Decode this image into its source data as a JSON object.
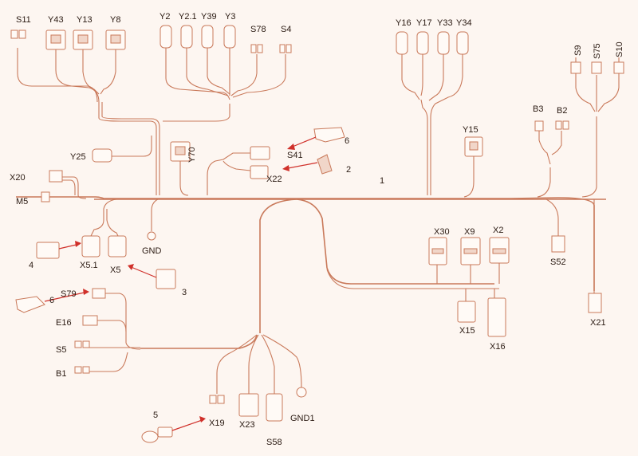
{
  "colors": {
    "background": "#fdf6f1",
    "wire": "#c9795a",
    "arrow": "#d0302a",
    "text": "#2a1a12"
  },
  "labels": {
    "s11": "S11",
    "y43": "Y43",
    "y13": "Y13",
    "y8": "Y8",
    "y2": "Y2",
    "y21": "Y2.1",
    "y39": "Y39",
    "y3": "Y3",
    "s78": "S78",
    "s4": "S4",
    "y16": "Y16",
    "y17": "Y17",
    "y33": "Y33",
    "y34": "Y34",
    "s9": "S9",
    "s75": "S75",
    "s10": "S10",
    "b3": "B3",
    "b2": "B2",
    "y25": "Y25",
    "y70": "Y70",
    "s41": "S41",
    "x22": "X22",
    "y15": "Y15",
    "x20": "X20",
    "m5": "M5",
    "x51": "X5.1",
    "x5": "X5",
    "gnd": "GND",
    "x30": "X30",
    "x9": "X9",
    "x2": "X2",
    "s52": "S52",
    "x15": "X15",
    "x16": "X16",
    "x21": "X21",
    "s79": "S79",
    "e16": "E16",
    "s5": "S5",
    "b1": "B1",
    "x19": "X19",
    "x23": "X23",
    "s58": "S58",
    "gnd1": "GND1"
  },
  "callouts": {
    "c1": "1",
    "c2": "2",
    "c3": "3",
    "c4": "4",
    "c5": "5",
    "c6a": "6",
    "c6b": "6"
  }
}
